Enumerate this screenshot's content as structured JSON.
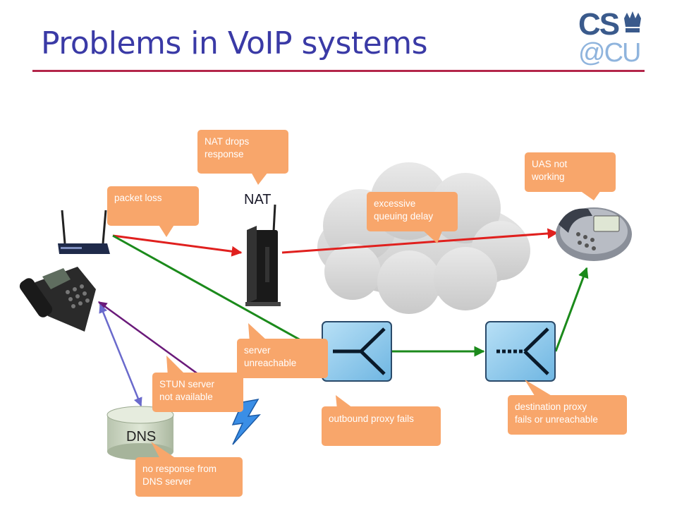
{
  "slide": {
    "title": "Problems in VoIP systems",
    "logo_top": "CS",
    "logo_bottom": "@CU"
  },
  "nodes": {
    "nat_label": "NAT",
    "dns_label": "DNS"
  },
  "callouts": {
    "nat_drops": "NAT drops\nresponse",
    "packet_loss": "packet loss",
    "uas_not_working": "UAS not\nworking",
    "queuing_delay": "excessive\nqueuing delay",
    "server_unreachable": "server\nunreachable",
    "stun_unavailable": "STUN server\nnot available",
    "outbound_proxy_fails": "outbound proxy fails",
    "destination_proxy": "destination proxy\nfails or unreachable",
    "no_dns_response": "no response from\nDNS server"
  },
  "colors": {
    "title": "#3a3aa6",
    "rule": "#b3264a",
    "callout": "#f8a66b",
    "red_path": "#e0201e",
    "green_path": "#1b8a1b",
    "purple_path": "#6a1a7a",
    "blue_path": "#6a6acc",
    "proxy_fill": "#8fc8ec"
  },
  "icons": [
    "wireless-router-icon",
    "desk-phone-icon",
    "nat-router-icon",
    "cloud-icon",
    "ip-phone-icon",
    "proxy-server-icon",
    "dns-database-icon",
    "lightning-icon"
  ]
}
